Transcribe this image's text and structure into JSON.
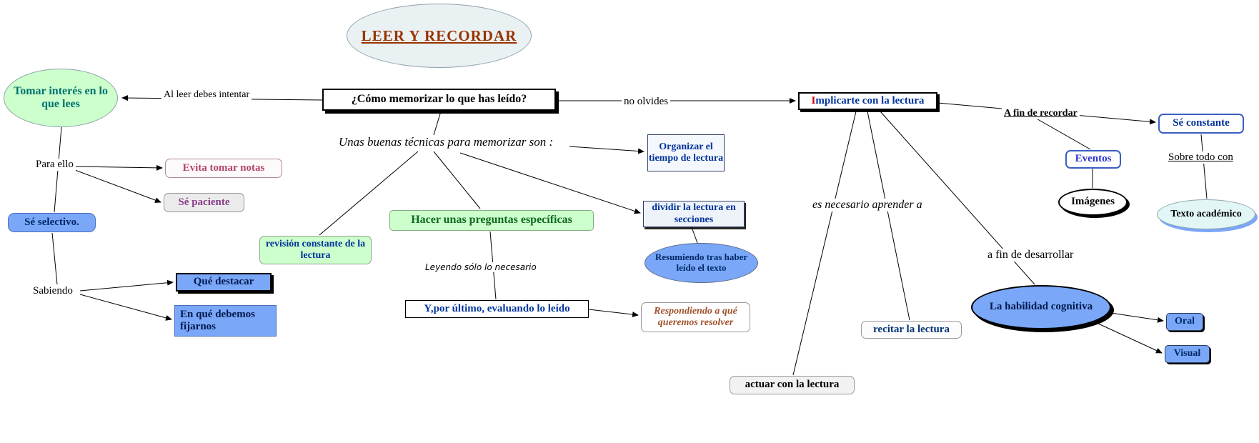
{
  "map_title": "LEER Y RECORDAR",
  "palette": {
    "node_blue": "#7aa7f8",
    "node_green": "#ccffcc",
    "title_text": "#993300",
    "navy_text": "#00339c",
    "teal_text": "#007272",
    "green_text": "#0f6b1f",
    "pink_text": "#b3446c",
    "purple_text": "#8a3d8a",
    "brown_italic_text": "#a0522d",
    "red_initial": "#cc0000",
    "shadow_black": "#000000",
    "shadow_blue": "#7aa7f8"
  },
  "nodes": {
    "leer_recordar": {
      "label": "LEER Y RECORDAR"
    },
    "como_memorizar": {
      "label": "¿Cómo memorizar lo que has leído?"
    },
    "tomar_interes": {
      "label": "Tomar interés en lo que lees"
    },
    "evita_notas": {
      "label": "Evita tomar notas"
    },
    "se_paciente": {
      "label": "Sé paciente"
    },
    "se_selectivo": {
      "label": "Sé selectivo."
    },
    "que_destacar": {
      "label": "Qué destacar"
    },
    "en_que_fijarnos": {
      "label": "En qué debemos fijarnos"
    },
    "hacer_preguntas": {
      "label": "Hacer unas preguntas específicas"
    },
    "revision_constante": {
      "label": "revisión constante de la lectura"
    },
    "organizar_tiempo": {
      "label": "Organizar el tiempo de lectura"
    },
    "dividir_lectura": {
      "label": "dividir la lectura en secciones"
    },
    "resumiendo": {
      "label": "Resumiendo tras haber leído el texto"
    },
    "y_por_ultimo": {
      "label": "Y,por último, evaluando lo leído"
    },
    "respondiendo": {
      "label": "Respondiendo a qué queremos resolver"
    },
    "implicarte": {
      "first_letter": "I",
      "rest": "mplicarte con la lectura"
    },
    "se_constante": {
      "label": "Sé constante"
    },
    "eventos": {
      "label": "Eventos"
    },
    "imagenes": {
      "label": "Imágenes"
    },
    "texto_academico": {
      "label": "Texto académico"
    },
    "recitar": {
      "label": "recitar la lectura"
    },
    "actuar": {
      "label": "actuar con la lectura"
    },
    "habilidad_cognitiva": {
      "label": "La habilidad cognitiva"
    },
    "oral": {
      "label": "Oral"
    },
    "visual": {
      "label": "Visual"
    }
  },
  "connector_labels": {
    "al_leer": "Al leer debes intentar",
    "para_ello": "Para ello",
    "sabiendo": "Sabiendo",
    "tecnicas": "Unas buenas técnicas para memorizar son :",
    "leyendo": "Leyendo sólo lo necesario",
    "no_olvides": "no olvides",
    "a_fin_recordar": "A fin de recordar",
    "sobre_todo": "Sobre todo con",
    "es_necesario": "es necesario aprender a",
    "a_fin_desarrollar": "a fin de desarrollar"
  }
}
